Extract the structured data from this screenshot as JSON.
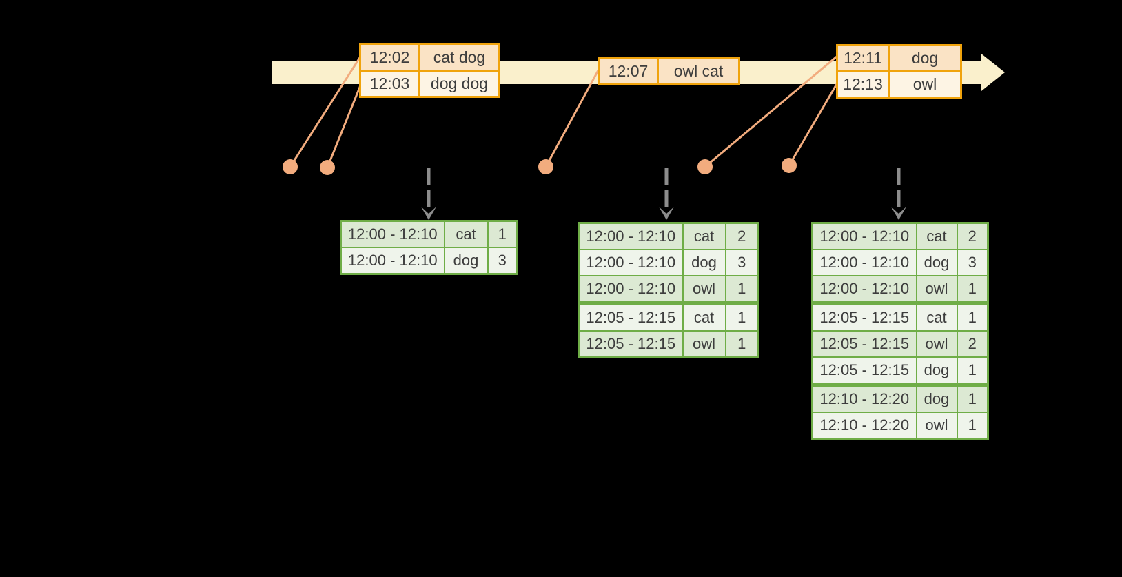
{
  "colors": {
    "background": "#000000",
    "band": "#FAF0CC",
    "amber": "#F0A30C",
    "peachDark": "#FAE3C5",
    "peachLight": "#FDF4E4",
    "salmon": "#F2AC7E",
    "green": "#6FAD47",
    "greenRowDark": "#DCE9D3",
    "greenRowLight": "#EFF4EB",
    "gray": "#8D8D8D",
    "text": "#3D3D3D"
  },
  "event_tables": [
    {
      "rows": [
        [
          "12:02",
          "cat dog"
        ],
        [
          "12:03",
          "dog dog"
        ]
      ]
    },
    {
      "rows": [
        [
          "12:07",
          "owl cat"
        ]
      ]
    },
    {
      "rows": [
        [
          "12:11",
          "dog"
        ],
        [
          "12:13",
          "owl"
        ]
      ]
    }
  ],
  "result_tables": [
    {
      "rows": [
        [
          "12:00 - 12:10",
          "cat",
          "1"
        ],
        [
          "12:00 - 12:10",
          "dog",
          "3"
        ]
      ],
      "group_breaks": []
    },
    {
      "rows": [
        [
          "12:00 - 12:10",
          "cat",
          "2"
        ],
        [
          "12:00 - 12:10",
          "dog",
          "3"
        ],
        [
          "12:00 - 12:10",
          "owl",
          "1"
        ],
        [
          "12:05 - 12:15",
          "cat",
          "1"
        ],
        [
          "12:05 - 12:15",
          "owl",
          "1"
        ]
      ],
      "group_breaks": [
        3
      ]
    },
    {
      "rows": [
        [
          "12:00 - 12:10",
          "cat",
          "2"
        ],
        [
          "12:00 - 12:10",
          "dog",
          "3"
        ],
        [
          "12:00 - 12:10",
          "owl",
          "1"
        ],
        [
          "12:05 - 12:15",
          "cat",
          "1"
        ],
        [
          "12:05 - 12:15",
          "owl",
          "2"
        ],
        [
          "12:05 - 12:15",
          "dog",
          "1"
        ],
        [
          "12:10 - 12:20",
          "dog",
          "1"
        ],
        [
          "12:10 - 12:20",
          "owl",
          "1"
        ]
      ],
      "group_breaks": [
        3,
        6
      ]
    }
  ]
}
